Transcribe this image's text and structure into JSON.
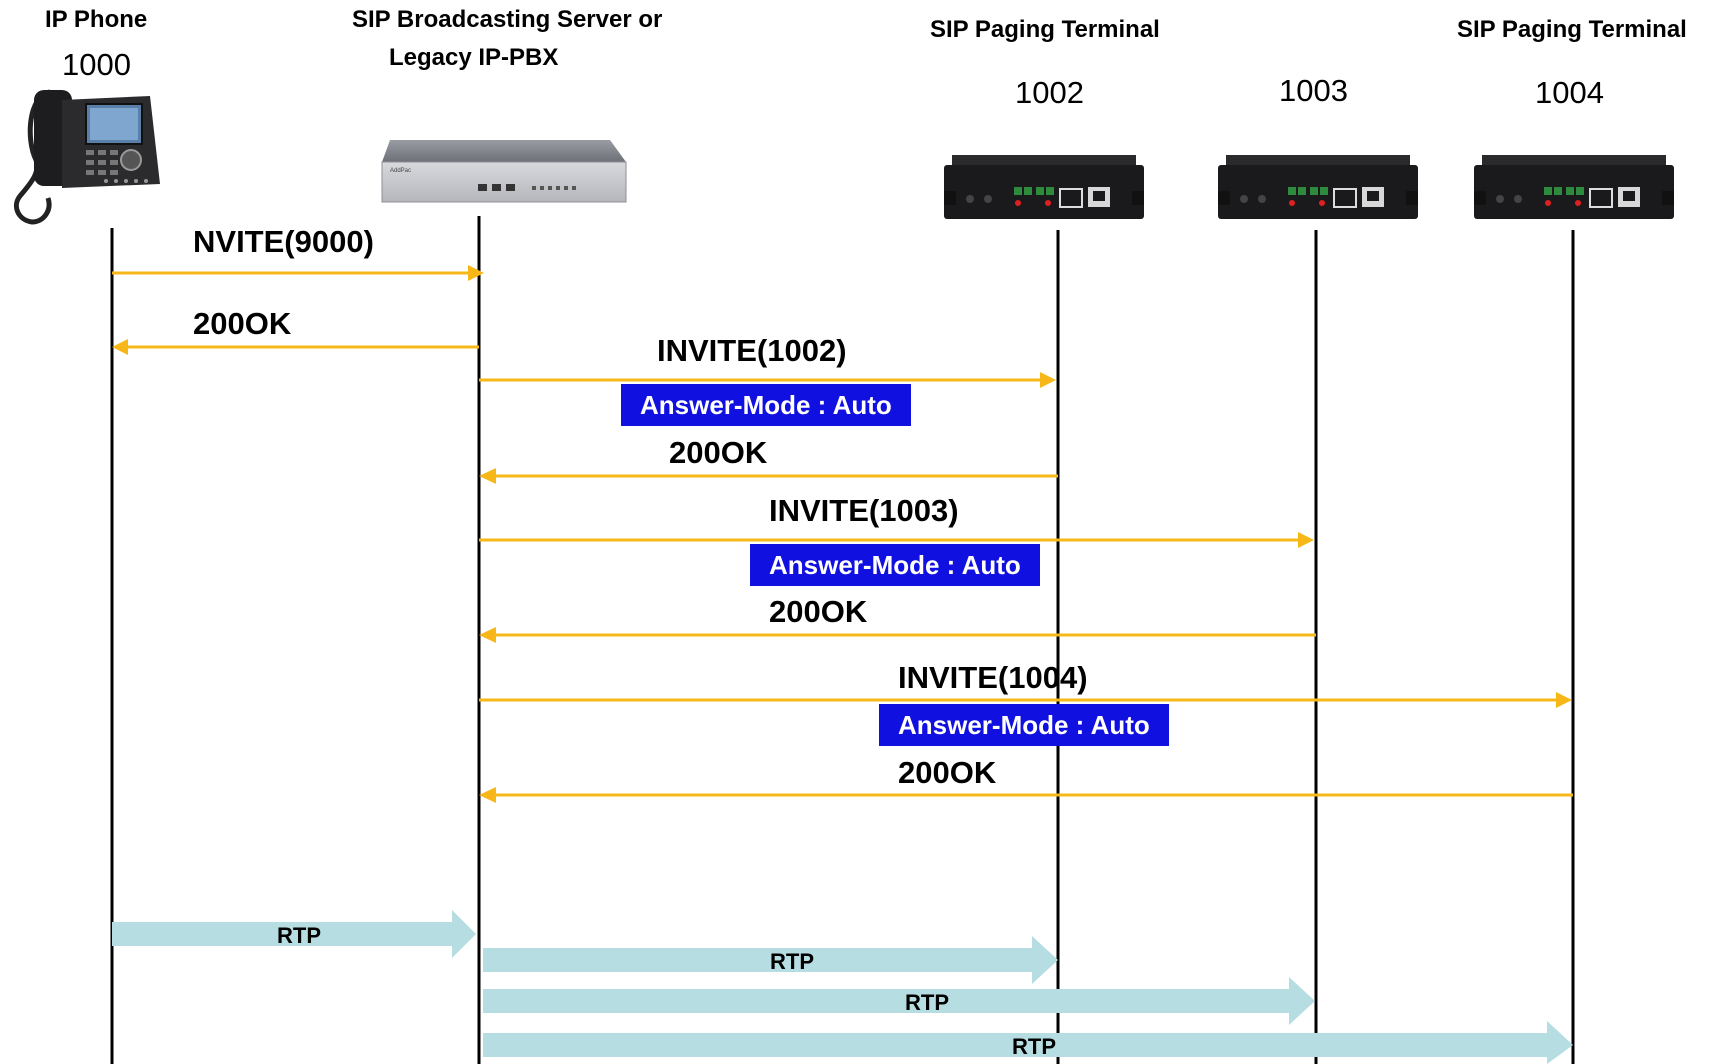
{
  "participants": [
    {
      "header_lines": [
        "IP Phone"
      ],
      "number": "1000"
    },
    {
      "header_lines": [
        "SIP Broadcasting Server or",
        "Legacy IP-PBX"
      ],
      "number": ""
    },
    {
      "header_lines": [
        "SIP Paging Terminal"
      ],
      "number": "1002"
    },
    {
      "header_lines": [
        ""
      ],
      "number": "1003"
    },
    {
      "header_lines": [
        "SIP Paging Terminal"
      ],
      "number": "1004"
    }
  ],
  "messages": [
    {
      "label": "NVITE(9000)",
      "from": 0,
      "to": 1
    },
    {
      "label": "200OK",
      "from": 1,
      "to": 0
    },
    {
      "label": "INVITE(1002)",
      "from": 1,
      "to": 2,
      "header": "Answer-Mode : Auto"
    },
    {
      "label": "200OK",
      "from": 2,
      "to": 1
    },
    {
      "label": "INVITE(1003)",
      "from": 1,
      "to": 3,
      "header": "Answer-Mode : Auto"
    },
    {
      "label": "200OK",
      "from": 3,
      "to": 1
    },
    {
      "label": "INVITE(1004)",
      "from": 1,
      "to": 4,
      "header": "Answer-Mode : Auto"
    },
    {
      "label": "200OK",
      "from": 4,
      "to": 1
    }
  ],
  "rtp_streams": [
    {
      "label": "RTP",
      "from": 0,
      "to": 1
    },
    {
      "label": "RTP",
      "from": 1,
      "to": 2
    },
    {
      "label": "RTP",
      "from": 1,
      "to": 3
    },
    {
      "label": "RTP",
      "from": 1,
      "to": 4
    }
  ],
  "colors": {
    "signal_arrow": "#f7b718",
    "rtp_arrow": "#b6dde1",
    "header_badge": "#1010e0",
    "lifeline": "#000000"
  },
  "icons": [
    "ip-phone-icon",
    "server-icon",
    "paging-terminal-icon",
    "paging-terminal-icon",
    "paging-terminal-icon"
  ]
}
